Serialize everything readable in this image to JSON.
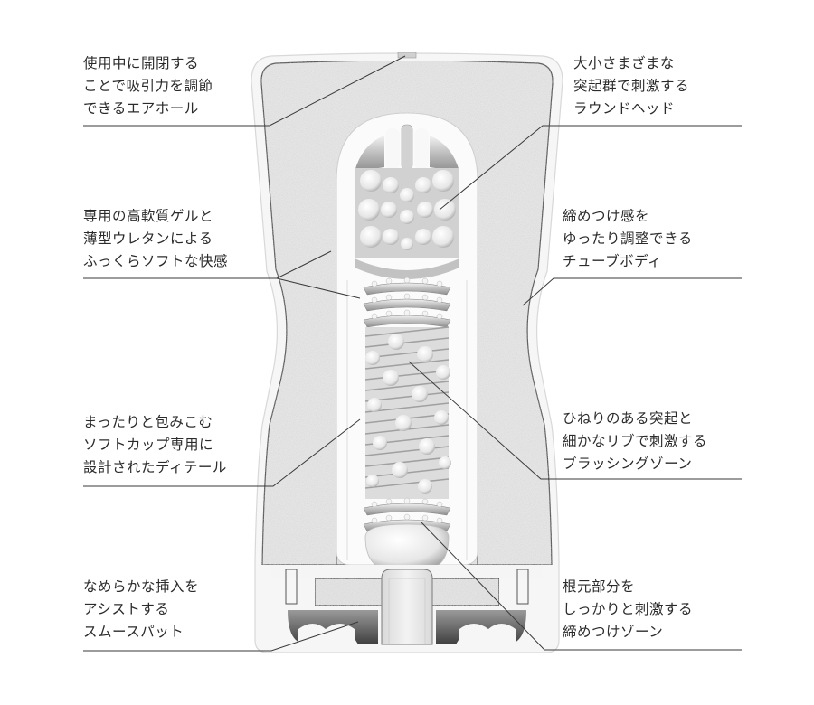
{
  "diagram": {
    "type": "cross-section product diagram",
    "colors": {
      "leader_line": "#3a3a3a",
      "outline": "#444444",
      "foam_fill": "#e9e9e9",
      "gel_fill": "#d7d7d7",
      "text": "#2b2b2b"
    }
  },
  "labels": {
    "air_hole": {
      "lines": [
        "使用中に開閉する",
        "ことで吸引力を調節",
        "できるエアホール"
      ]
    },
    "round_head": {
      "lines": [
        "大小さまざまな",
        "突起群で刺激する",
        "ラウンドヘッド"
      ]
    },
    "soft_gel": {
      "lines": [
        "専用の高軟質ゲルと",
        "薄型ウレタンによる",
        "ふっくらソフトな快感"
      ]
    },
    "tube_body": {
      "lines": [
        "締めつけ感を",
        "ゆったり調整できる",
        "チューブボディ"
      ]
    },
    "soft_cup_detail": {
      "lines": [
        "まったりと包みこむ",
        "ソフトカップ専用に",
        "設計されたディテール"
      ]
    },
    "brushing_zone": {
      "lines": [
        "ひねりのある突起と",
        "細かなリブで刺激する",
        "ブラッシングゾーン"
      ]
    },
    "smooth_pad": {
      "lines": [
        "なめらかな挿入を",
        "アシストする",
        "スムースパット"
      ]
    },
    "tightening_zone": {
      "lines": [
        "根元部分を",
        "しっかりと刺激する",
        "締めつけゾーン"
      ]
    }
  }
}
